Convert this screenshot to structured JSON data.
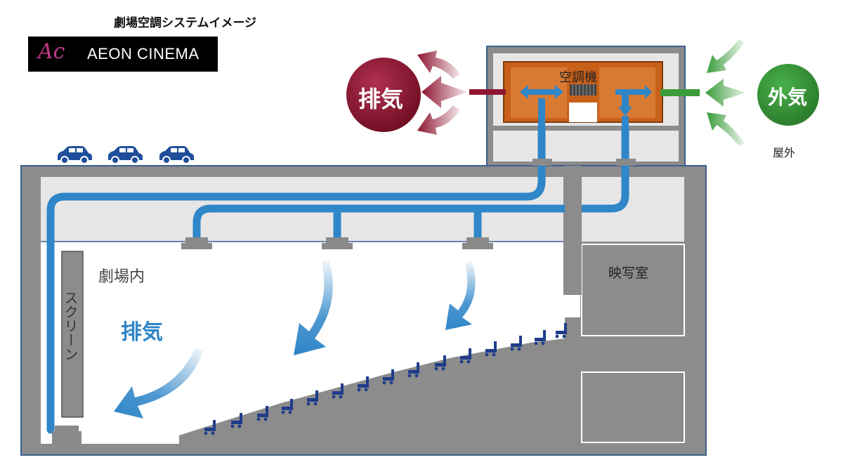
{
  "title": "劇場空調システムイメージ",
  "logo": {
    "mark": "Ac",
    "text": "AEON CINEMA",
    "mark_color": "#c0398a"
  },
  "labels": {
    "exhaust_bubble": "排気",
    "outside_air_bubble": "外気",
    "outdoor": "屋外",
    "ac_unit": "空調機",
    "theater_interior": "劇場内",
    "screen": "スクリーン",
    "exhaust_inside": "排気",
    "projection_room": "映写室"
  },
  "colors": {
    "building": "#8c8c8c",
    "ceiling_space": "#e4e4e4",
    "duct_blue": "#2f86c8",
    "exhaust_red": "#8e1631",
    "outside_green": "#3a9c3a",
    "ac_orange": "#c9601a",
    "seat_blue": "#1f3d8a",
    "car_blue": "#1f4f9a"
  },
  "icons": [
    "car-icon",
    "seat-icon",
    "airflow-arrow-icon",
    "diffuser-icon"
  ]
}
